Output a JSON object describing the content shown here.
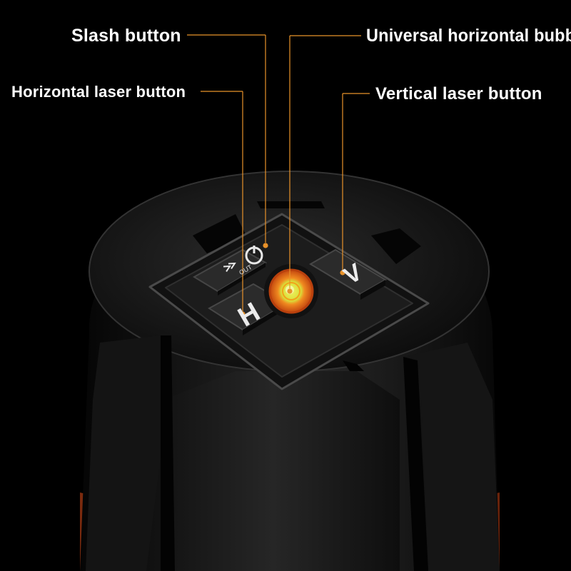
{
  "callouts": {
    "slash_button": "Slash button",
    "universal_bubble": "Universal horizontal bubble",
    "horizontal_laser_button": "Horizontal laser button",
    "vertical_laser_button": "Vertical laser button"
  },
  "keys": {
    "h_key": "H",
    "v_key": "V",
    "out_key": "OUT"
  },
  "colors": {
    "leader_line": "#e8922a",
    "housing": "#161616",
    "accent_orange": "#e2531f",
    "laser_green": "#1ec96a",
    "bubble_orange": "#f07a1a",
    "bubble_yellow": "#d8df3a"
  }
}
